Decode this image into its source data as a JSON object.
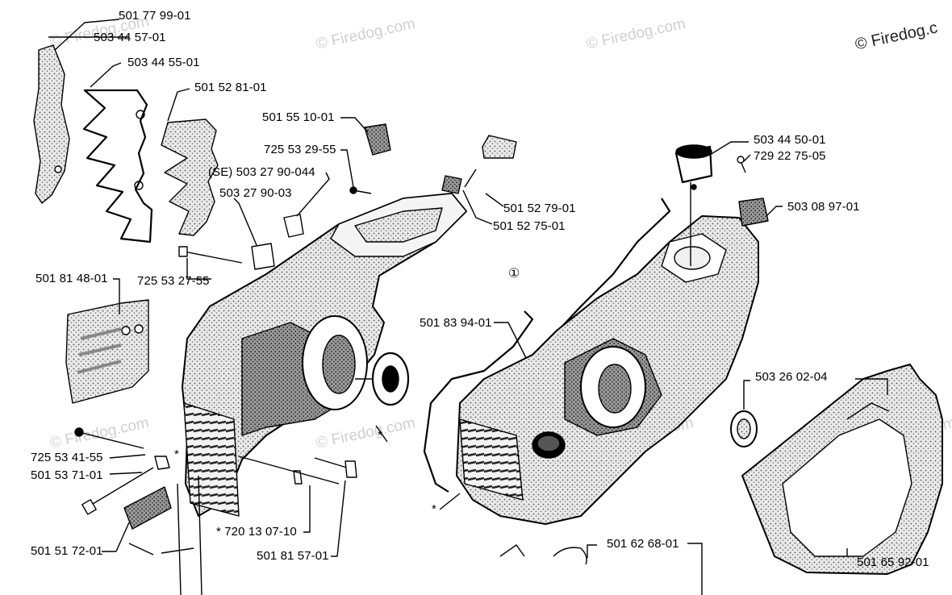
{
  "watermark": "© Firedog.com",
  "corner_watermark": "© Firedog.c",
  "parts": {
    "p1": "501 77 99-01",
    "p2": "503 44 57-01",
    "p3": "503 44 55-01",
    "p4": "501 52 81-01",
    "p5": "501 55 10-01",
    "p6": "725 53 29-55",
    "p7": "(SE) 503 27 90-04",
    "p7b": "4",
    "p8": "503 27 90-03",
    "p9": "501 52 79-01",
    "p10": "501 52 75-01",
    "p11": "503 44 50-01",
    "p12": "729 22 75-05",
    "p13": "503 08 97-01",
    "p14": "501 81 48-01",
    "p15": "725 53 27-55",
    "p16": "501 83 94-01",
    "p17": "503 26 02-04",
    "p18": "725 53 41-55",
    "p19": "501 53 71-01",
    "p20": "501 51 72-01",
    "p21": "720 13 07-10",
    "p22": "501 81 57-01",
    "p23": "501 62 68-01",
    "p24": "501 65 92-01"
  },
  "symbols": {
    "star": "*",
    "circled_one": "①"
  }
}
